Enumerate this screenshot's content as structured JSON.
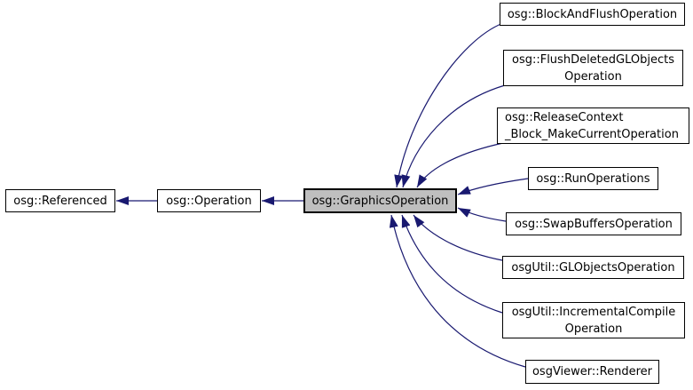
{
  "diagram": {
    "type": "class-inheritance-graph",
    "selected_node": "osg::GraphicsOperation",
    "colors": {
      "background": "#ffffff",
      "edge": "#191970",
      "node_border": "#000000",
      "node_fill": "#ffffff",
      "selected_node_fill": "#bfbfbf",
      "text": "#000000"
    },
    "nodes": [
      {
        "label": "osg::Referenced",
        "lines": [
          "osg::Referenced"
        ]
      },
      {
        "label": "osg::Operation",
        "lines": [
          "osg::Operation"
        ]
      },
      {
        "label": "osg::GraphicsOperation",
        "lines": [
          "osg::GraphicsOperation"
        ]
      },
      {
        "label": "osg::BlockAndFlushOperation",
        "lines": [
          "osg::BlockAndFlushOperation"
        ]
      },
      {
        "label": "osg::FlushDeletedGLObjectsOperation",
        "lines": [
          "osg::FlushDeletedGLObjects",
          "Operation"
        ]
      },
      {
        "label": "osg::ReleaseContext_Block_MakeCurrentOperation",
        "lines": [
          "osg::ReleaseContext",
          "_Block_MakeCurrentOperation"
        ]
      },
      {
        "label": "osg::RunOperations",
        "lines": [
          "osg::RunOperations"
        ]
      },
      {
        "label": "osg::SwapBuffersOperation",
        "lines": [
          "osg::SwapBuffersOperation"
        ]
      },
      {
        "label": "osgUtil::GLObjectsOperation",
        "lines": [
          "osgUtil::GLObjectsOperation"
        ]
      },
      {
        "label": "osgUtil::IncrementalCompileOperation",
        "lines": [
          "osgUtil::IncrementalCompile",
          "Operation"
        ]
      },
      {
        "label": "osgViewer::Renderer",
        "lines": [
          "osgViewer::Renderer"
        ]
      }
    ],
    "edges": [
      {
        "from": "osg::Operation",
        "to": "osg::Referenced"
      },
      {
        "from": "osg::GraphicsOperation",
        "to": "osg::Operation"
      },
      {
        "from": "osg::BlockAndFlushOperation",
        "to": "osg::GraphicsOperation"
      },
      {
        "from": "osg::FlushDeletedGLObjectsOperation",
        "to": "osg::GraphicsOperation"
      },
      {
        "from": "osg::ReleaseContext_Block_MakeCurrentOperation",
        "to": "osg::GraphicsOperation"
      },
      {
        "from": "osg::RunOperations",
        "to": "osg::GraphicsOperation"
      },
      {
        "from": "osg::SwapBuffersOperation",
        "to": "osg::GraphicsOperation"
      },
      {
        "from": "osgUtil::GLObjectsOperation",
        "to": "osg::GraphicsOperation"
      },
      {
        "from": "osgUtil::IncrementalCompileOperation",
        "to": "osg::GraphicsOperation"
      },
      {
        "from": "osgViewer::Renderer",
        "to": "osg::GraphicsOperation"
      }
    ]
  }
}
